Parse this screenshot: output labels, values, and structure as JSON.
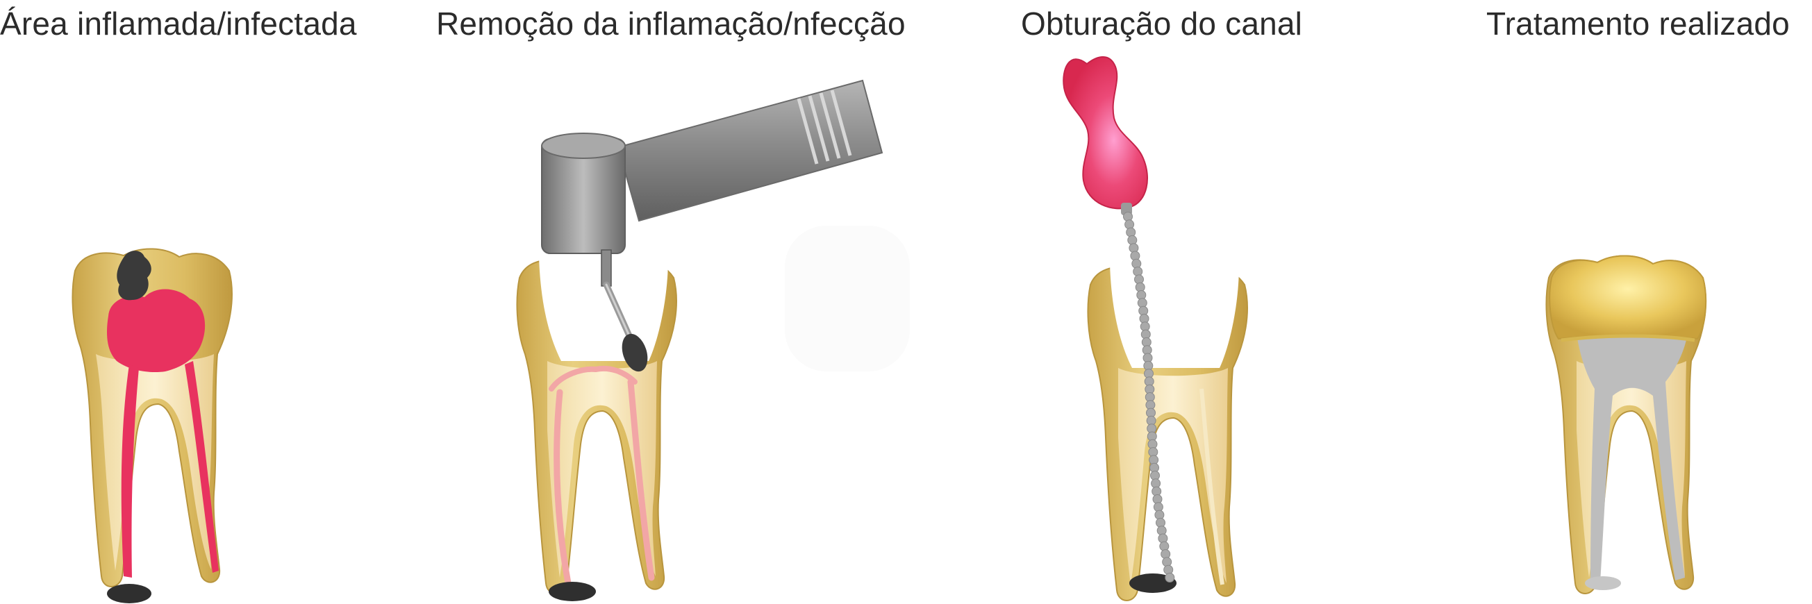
{
  "steps": [
    {
      "caption": "Área inflamada/infectada",
      "illustration": "tooth-with-cavity-and-infected-pulp"
    },
    {
      "caption": "Remoção da inflamação/nfecção",
      "illustration": "dental-drill-cleaning-canals"
    },
    {
      "caption": "Obturação do canal",
      "illustration": "gutta-percha-filling-canal"
    },
    {
      "caption": "Tratamento realizado",
      "illustration": "tooth-with-crown-and-filled-canals"
    }
  ],
  "colors": {
    "enamel": "#e2c46c",
    "enamel_dark": "#c9a448",
    "dentin": "#f6e9c4",
    "pulp_infected": "#e8325f",
    "pulp_cleaned": "#f2a6a6",
    "decay": "#3a3a3a",
    "instrument": "#8d8d8d",
    "filling": "#bdbdbd",
    "bulb": "#e8385f",
    "crown": "#e9c75c"
  }
}
